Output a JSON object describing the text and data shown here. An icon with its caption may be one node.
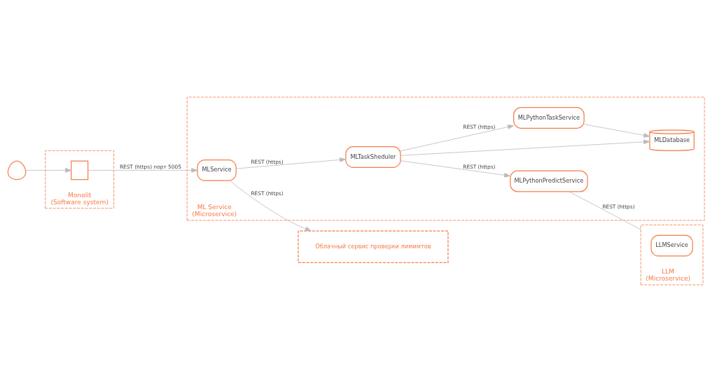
{
  "diagram": {
    "nodes": [
      {
        "text": [],
        "shape": "person"
      },
      {
        "text": [
          "Monolit",
          "(Software system)"
        ]
      },
      {
        "text": [],
        "shape": "box",
        "in": 1
      },
      {
        "text": [
          "Облачный сервис проверки лимимтов"
        ]
      },
      {
        "text": [
          "ML Service",
          "(Microservice)"
        ]
      },
      {
        "text": [
          "MLService"
        ],
        "in": 4
      },
      {
        "text": [
          "MLDatabase"
        ],
        "in": 4
      },
      {
        "text": [
          "MLPythonTaskService"
        ],
        "in": 4
      },
      {
        "text": [
          "MLTaskSheduler"
        ],
        "in": 4
      },
      {
        "text": [
          "MLPythonPredictService"
        ],
        "in": 4
      },
      {
        "text": [
          "LLM",
          "(Microservice)"
        ]
      },
      {
        "text": [
          "LLMService"
        ],
        "in": 10
      }
    ],
    "edges": [
      {
        "from": 0,
        "to": 2,
        "arrow": "to"
      },
      {
        "from": 2,
        "to": 5,
        "label": "REST (https) порт 5005",
        "arrow": "to"
      },
      {
        "from": 5,
        "to": 3,
        "label": "REST (https)",
        "arrow": "to"
      },
      {
        "from": 5,
        "to": 8,
        "label": "REST (https)",
        "arrow": "to"
      },
      {
        "from": 8,
        "to": 6,
        "arrow": "to"
      },
      {
        "from": 8,
        "to": 7,
        "label": "REST (https)",
        "arrow": "to"
      },
      {
        "from": 7,
        "to": 6,
        "arrow": "to"
      },
      {
        "from": 8,
        "to": 9,
        "label": "REST (https)",
        "arrow": "to"
      },
      {
        "from": 9,
        "to": 10,
        "label": "REST (https)",
        "arrow": "none"
      }
    ]
  }
}
